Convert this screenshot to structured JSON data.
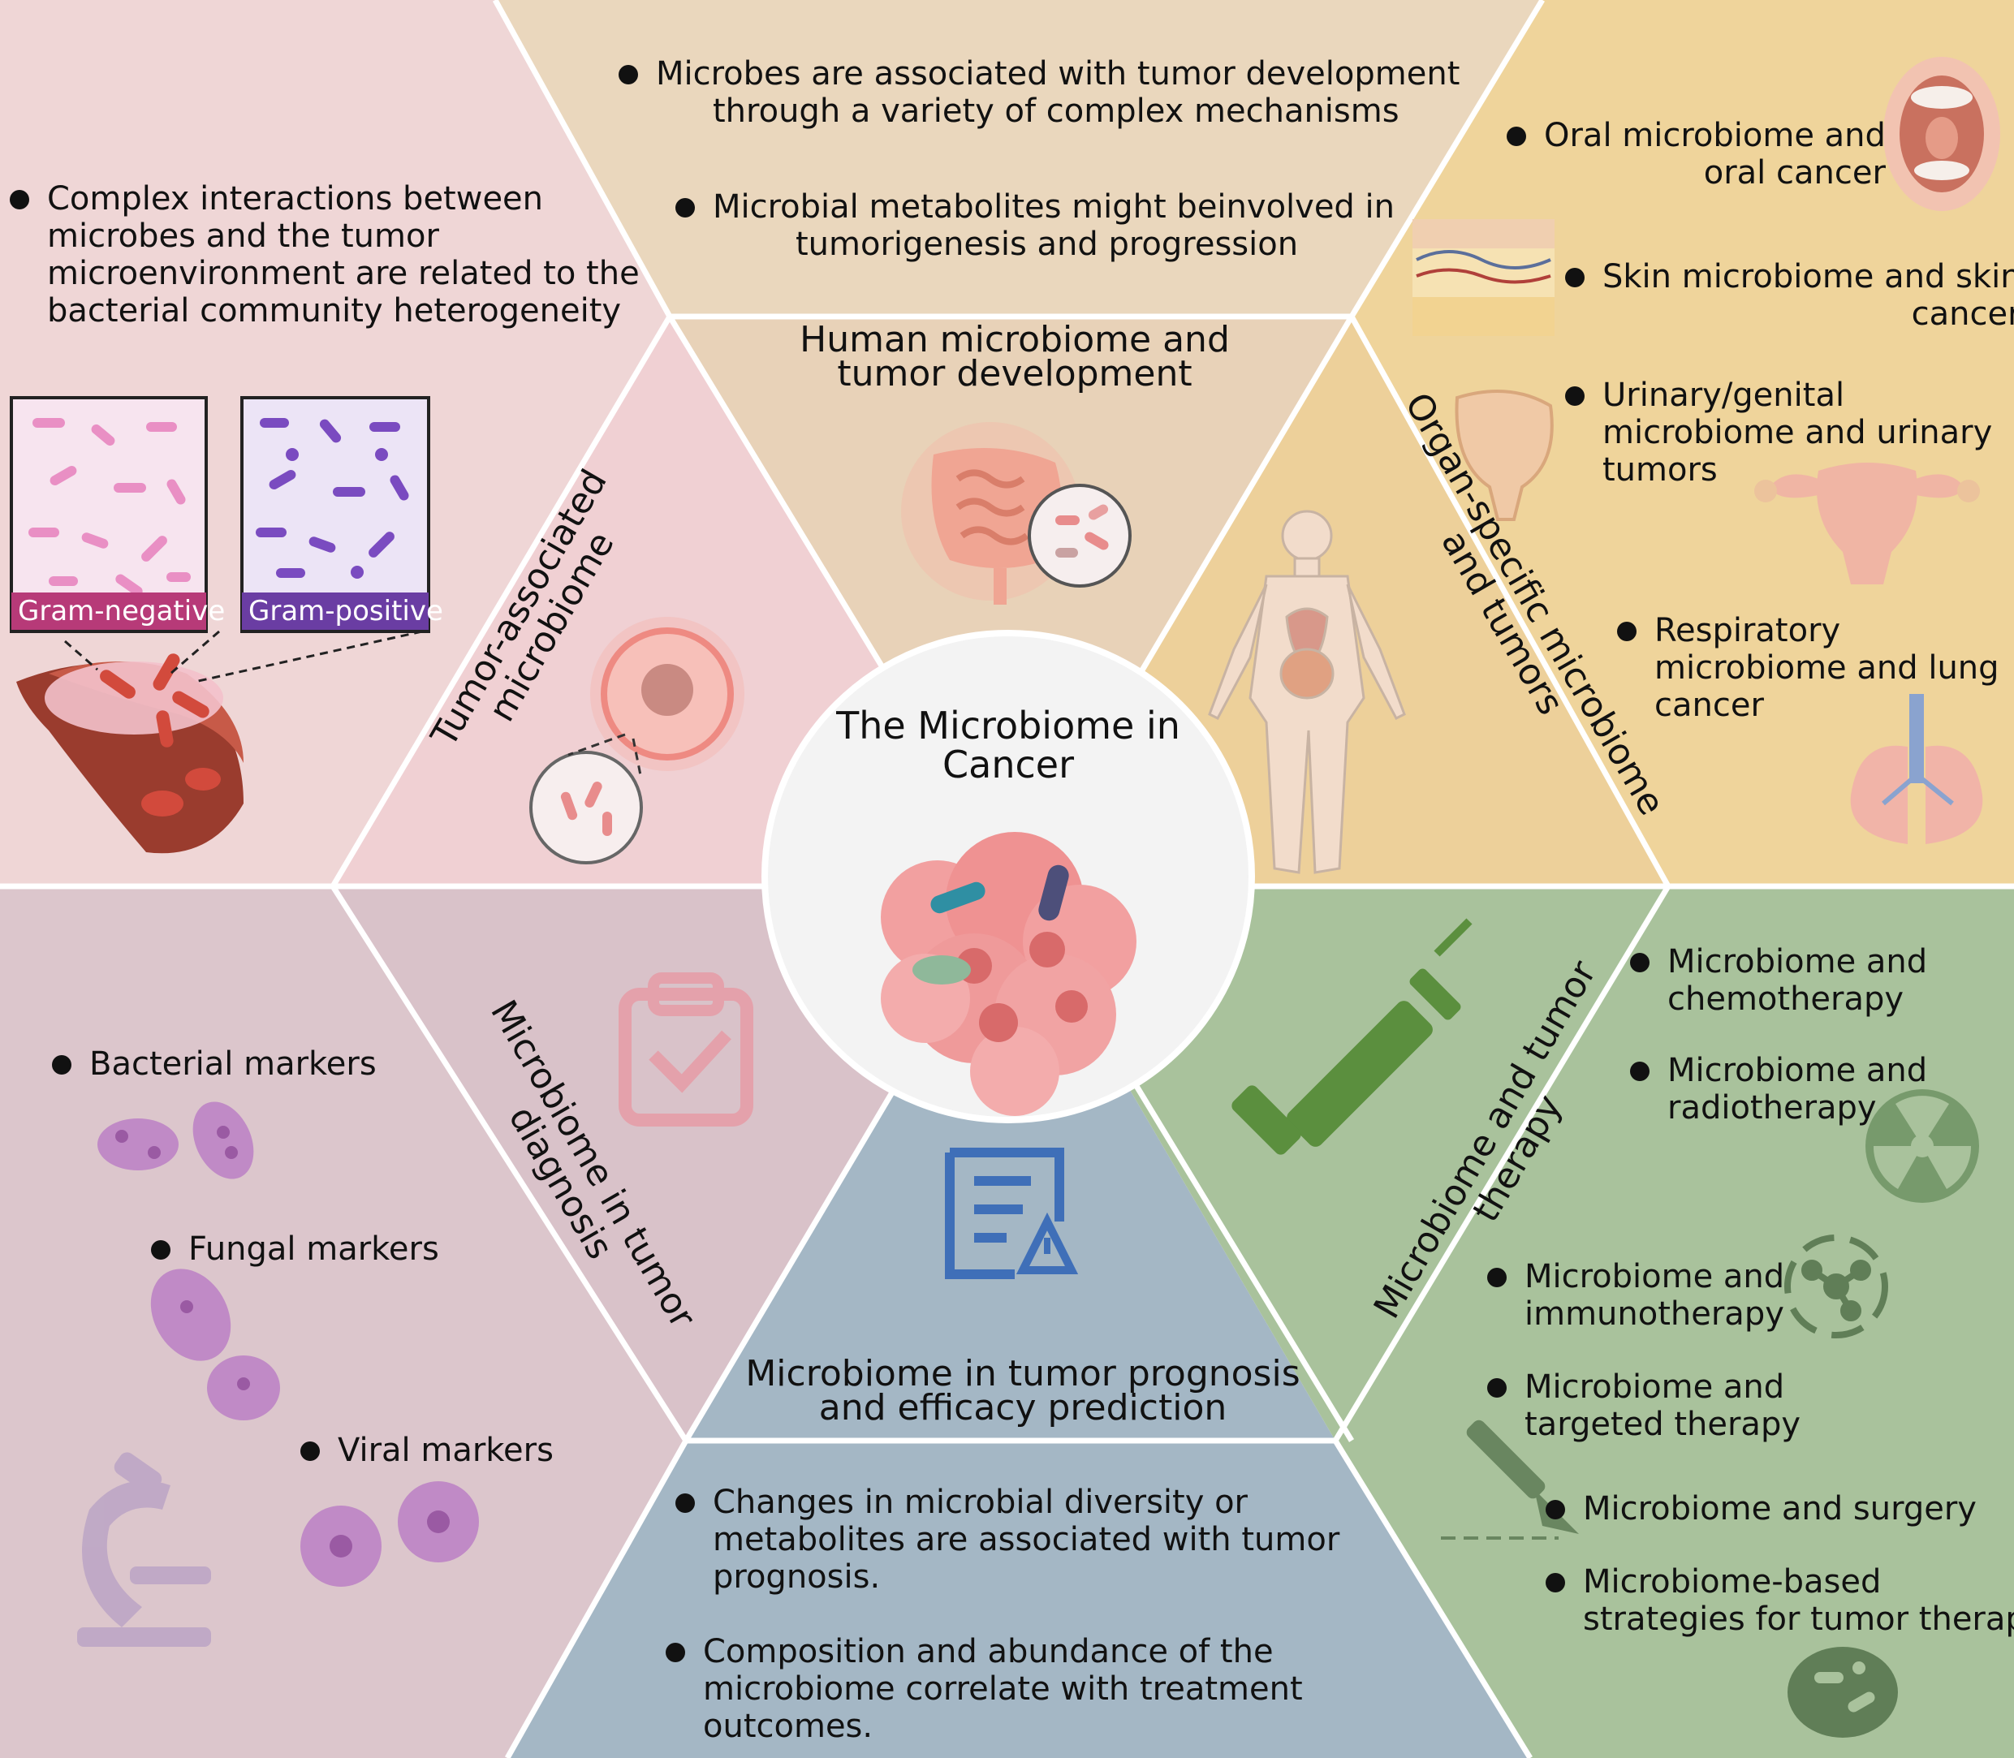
{
  "colors": {
    "pink": "#efd6d6",
    "beige": "#ead7bd",
    "gold": "#efd49b",
    "mauve": "#dcc6cc",
    "blue": "#a4b7c5",
    "green": "#a9c29c",
    "divider": "#ffffff",
    "gram_negative": "#b73a78",
    "gram_positive": "#6a3da3",
    "therapy_icon": "#5b8f3e",
    "diagnosis_icon": "#e79aa4",
    "prognosis_icon": "#3f6fb8"
  },
  "center": {
    "title_line1": "The Microbiome in",
    "title_line2": "Cancer"
  },
  "sections": {
    "development": {
      "title_line1": "Human microbiome and",
      "title_line2": "tumor development",
      "bullets": [
        {
          "line1": "Microbes are associated with tumor development",
          "line2": "through a variety of complex mechanisms"
        },
        {
          "line1": "Microbial metabolites might beinvolved in",
          "line2": "tumorigenesis and progression"
        }
      ]
    },
    "tumor_associated": {
      "title_line1": "Tumor-associated",
      "title_line2": "microbiome",
      "bullet": {
        "line1": "Complex interactions between",
        "line2": "microbes and the tumor",
        "line3": "microenvironment are related to the",
        "line4": "bacterial community heterogeneity"
      },
      "gram_negative": "Gram-negative",
      "gram_positive": "Gram-positive"
    },
    "organ_specific": {
      "title_line1": "Organ-specific microbiome",
      "title_line2": "and tumors",
      "items": [
        {
          "line1": "Oral microbiome and",
          "line2": "oral cancer"
        },
        {
          "line1": "Skin microbiome and skin",
          "line2": "cancer"
        },
        {
          "line1": "Urinary/genital",
          "line2": "microbiome and urinary",
          "line3": "tumors"
        },
        {
          "line1": "Respiratory",
          "line2": "microbiome and lung",
          "line3": "cancer"
        }
      ]
    },
    "diagnosis": {
      "title_line1": "Microbiome in tumor",
      "title_line2": "diagnosis",
      "markers": [
        "Bacterial markers",
        "Fungal markers",
        "Viral markers"
      ]
    },
    "prognosis": {
      "title_line1": "Microbiome in tumor prognosis",
      "title_line2": "and efficacy prediction",
      "bullets": [
        {
          "line1": "Changes in microbial diversity or",
          "line2": "metabolites are associated with tumor",
          "line3": "prognosis."
        },
        {
          "line1": "Composition and abundance of the",
          "line2": "microbiome correlate with treatment",
          "line3": "outcomes."
        }
      ]
    },
    "therapy": {
      "title_line1": "Microbiome and tumor",
      "title_line2": "therapy",
      "items": [
        {
          "line1": "Microbiome and",
          "line2": "chemotherapy"
        },
        {
          "line1": "Microbiome and",
          "line2": "radiotherapy"
        },
        {
          "line1": "Microbiome and",
          "line2": "immunotherapy"
        },
        {
          "line1": "Microbiome and",
          "line2": "targeted therapy"
        },
        {
          "line1": "Microbiome and surgery",
          "line2": ""
        },
        {
          "line1": "Microbiome-based",
          "line2": "strategies for tumor therapy"
        }
      ]
    }
  },
  "icons": {
    "center": "tumor-cell-cluster-icon",
    "development": "intestine-icon",
    "tumor_associated": "tumor-cell-icon",
    "organ_specific": "human-body-icon",
    "diagnosis": "clipboard-check-icon",
    "prognosis": "document-warning-icon",
    "therapy": "syringe-icon",
    "microscope": "microscope-icon",
    "radiation": "radiation-icon",
    "immune": "molecule-network-icon",
    "scalpel": "scalpel-icon",
    "bacteria": "bacteria-icon",
    "virus": "virus-icon"
  }
}
